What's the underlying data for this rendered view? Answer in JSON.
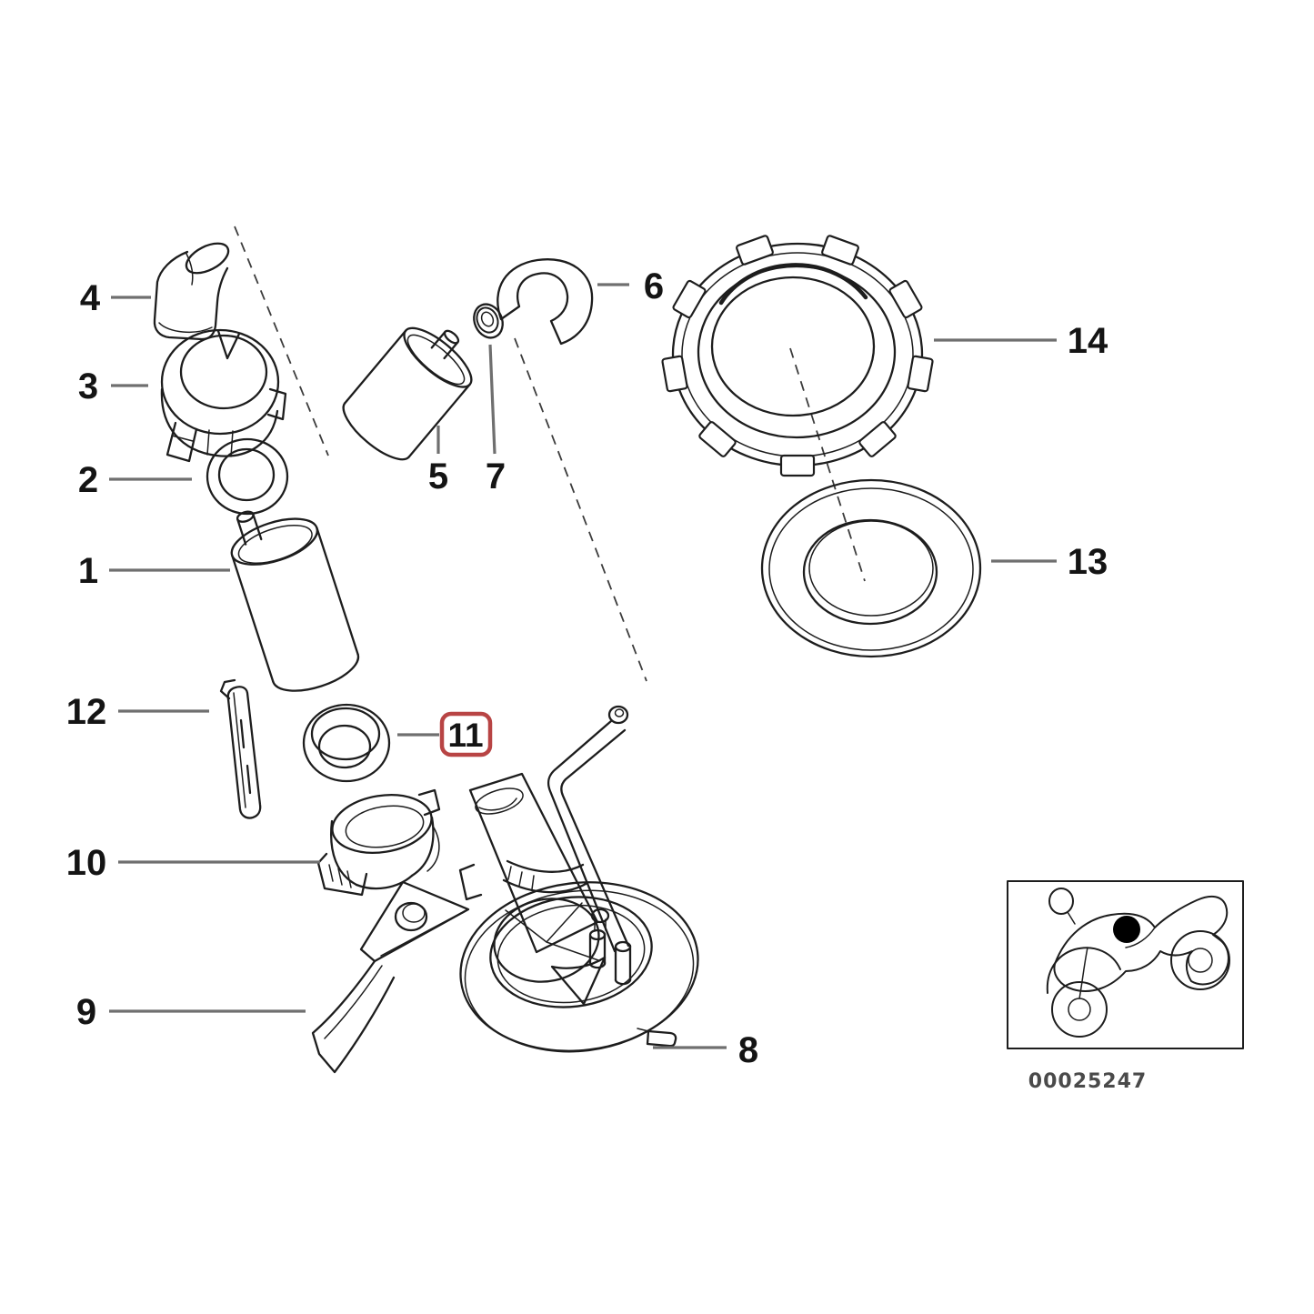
{
  "diagram": {
    "callouts": [
      {
        "label": "1",
        "highlighted": false
      },
      {
        "label": "2",
        "highlighted": false
      },
      {
        "label": "3",
        "highlighted": false
      },
      {
        "label": "4",
        "highlighted": false
      },
      {
        "label": "5",
        "highlighted": false
      },
      {
        "label": "6",
        "highlighted": false
      },
      {
        "label": "7",
        "highlighted": false
      },
      {
        "label": "8",
        "highlighted": false
      },
      {
        "label": "9",
        "highlighted": false
      },
      {
        "label": "10",
        "highlighted": false
      },
      {
        "label": "11",
        "highlighted": true
      },
      {
        "label": "12",
        "highlighted": false
      },
      {
        "label": "13",
        "highlighted": false
      },
      {
        "label": "14",
        "highlighted": false
      }
    ],
    "highlighted_label": "11",
    "inset": {
      "code": "00025247"
    },
    "colors": {
      "line": "#1d1d1d",
      "leader": "#6f6f6f",
      "highlight_box": "#b84444",
      "marker_dot": "#000000",
      "background": "#ffffff"
    }
  }
}
